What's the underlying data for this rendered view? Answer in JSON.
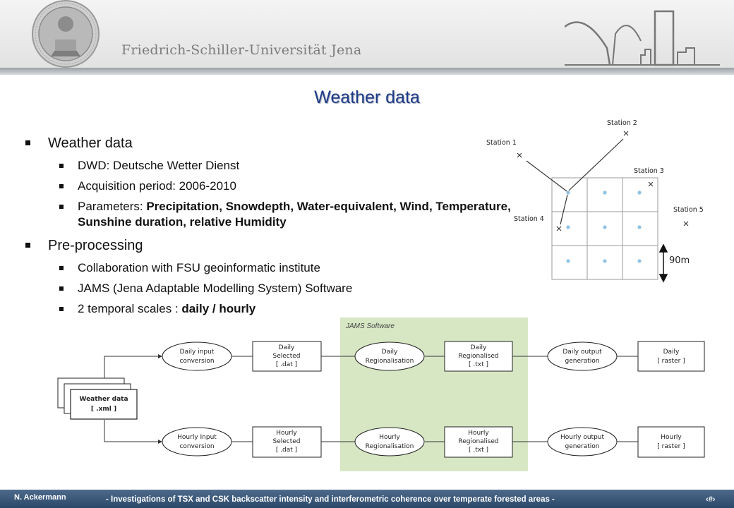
{
  "header": {
    "university": "Friedrich-Schiller-Universität Jena"
  },
  "slide": {
    "title": "Weather data"
  },
  "bullets": {
    "item1": "Weather data",
    "dwd": "DWD: Deutsche Wetter Dienst",
    "acquisition": "Acquisition period: 2006-2010",
    "params_prefix": "Parameters: ",
    "params_bold": "Precipitation, Snowdepth, Water-equivalent, Wind, Temperature, Sunshine duration, relative Humidity",
    "item2": "Pre-processing",
    "collab": "Collaboration with FSU geoinformatic institute",
    "jams": "JAMS (Jena Adaptable Modelling System) Software",
    "scales_prefix": "2 temporal scales : ",
    "scales_bold": "daily / hourly"
  },
  "grid_diagram": {
    "stations": [
      "Station 1",
      "Station 2",
      "Station 3",
      "Station 4",
      "Station 5"
    ],
    "scale_label": "90m"
  },
  "flowchart": {
    "jams_label": "JAMS Software",
    "input_l1": "Weather data",
    "input_l2": "[ .xml ]",
    "daily_conv_l1": "Daily input",
    "daily_conv_l2": "conversion",
    "daily_sel_l1": "Daily",
    "daily_sel_l2": "Selected",
    "daily_sel_l3": "[ .dat ]",
    "daily_reg_l1": "Daily",
    "daily_reg_l2": "Regionalisation",
    "daily_regd_l1": "Daily",
    "daily_regd_l2": "Regionalised",
    "daily_regd_l3": "[ .txt ]",
    "daily_out_l1": "Daily output",
    "daily_out_l2": "generation",
    "daily_raster_l1": "Daily",
    "daily_raster_l2": "[ raster ]",
    "hourly_conv_l1": "Hourly Input",
    "hourly_conv_l2": "conversion",
    "hourly_sel_l1": "Hourly",
    "hourly_sel_l2": "Selected",
    "hourly_sel_l3": "[ .dat ]",
    "hourly_reg_l1": "Hourly",
    "hourly_reg_l2": "Regionalisation",
    "hourly_regd_l1": "Hourly",
    "hourly_regd_l2": "Regionalised",
    "hourly_regd_l3": "[ .txt ]",
    "hourly_out_l1": "Hourly output",
    "hourly_out_l2": "generation",
    "hourly_raster_l1": "Hourly",
    "hourly_raster_l2": "[ raster ]"
  },
  "footer": {
    "author": "N. Ackermann",
    "title": "- Investigations of TSX and CSK backscatter intensity and interferometric coherence over temperate forested areas -",
    "page": "‹#›"
  }
}
